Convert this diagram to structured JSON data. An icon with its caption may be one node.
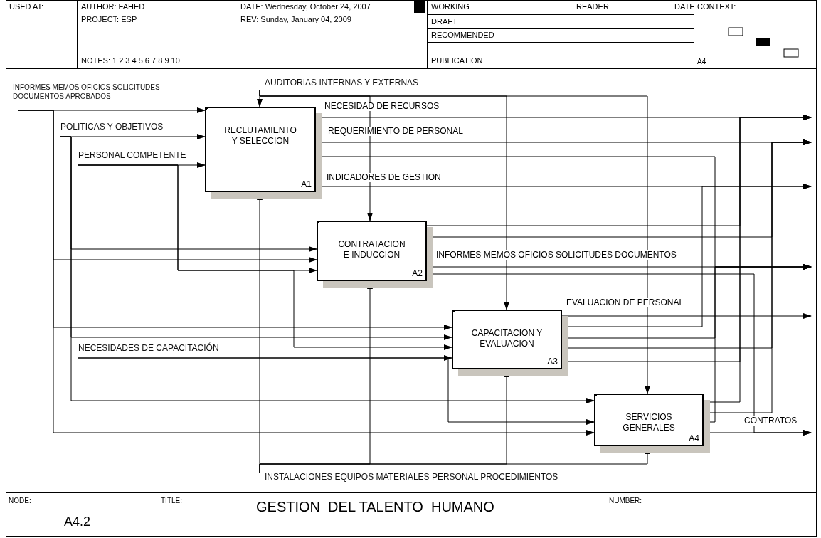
{
  "diagram": {
    "title": "GESTION  DEL TALENTO  HUMANO",
    "nodes": [
      {
        "text": [
          "INFORMES MEMOS OFICIOS SOLICITUDES DOCUMENTOS APROBADOS"
        ]
      },
      {
        "text": [
          "AUDITORIAS INTERNAS Y EXTERNAS"
        ]
      },
      {
        "text": [
          "POLITICAS Y OBJETIVOS"
        ]
      },
      {
        "text": [
          "RECLUTAMIENTO Y SELECCION",
          "A1"
        ]
      },
      {
        "text": [
          "PERSONAL COMPETENTE"
        ]
      },
      {
        "text": [
          "CONTRATACION E INDUCCION",
          "A2"
        ]
      },
      {
        "text": [
          "CAPACITACION Y EVALUACION",
          "A3"
        ]
      },
      {
        "text": [
          "NECESIDADES DE CAPACITACIÓN"
        ]
      },
      {
        "text": [
          "SERVICIOS GENERALES",
          "A4"
        ]
      },
      {
        "text": [
          "INSTALACIONES EQUIPOS MATERIALES PERSONAL PROCEDIMIENTOS"
        ]
      }
    ],
    "edges": [
      {
        "from": 0,
        "to": 3,
        "arrow": "to"
      },
      {
        "from": 0,
        "to": 5,
        "arrow": "to"
      },
      {
        "from": 0,
        "to": 6,
        "arrow": "to"
      },
      {
        "from": 0,
        "to": 8,
        "arrow": "to"
      },
      {
        "from": 2,
        "to": 3,
        "arrow": "to"
      },
      {
        "from": 2,
        "to": 5,
        "arrow": "to"
      },
      {
        "from": 2,
        "to": 6,
        "arrow": "to"
      },
      {
        "from": 2,
        "to": 8,
        "arrow": "to"
      },
      {
        "from": 4,
        "to": 3,
        "arrow": "to"
      },
      {
        "from": 4,
        "to": 5,
        "arrow": "to"
      },
      {
        "from": 4,
        "to": 6,
        "arrow": "to"
      },
      {
        "from": 7,
        "to": 6,
        "arrow": "to"
      },
      {
        "from": 7,
        "to": 8,
        "arrow": "to"
      },
      {
        "from": 1,
        "to": 3,
        "arrow": "to"
      },
      {
        "from": 1,
        "to": 5,
        "arrow": "to"
      },
      {
        "from": 1,
        "to": 6,
        "arrow": "to"
      },
      {
        "from": 1,
        "to": 8,
        "arrow": "to"
      },
      {
        "from": 9,
        "to": 3,
        "arrow": "to"
      },
      {
        "from": 9,
        "to": 5,
        "arrow": "to"
      },
      {
        "from": 9,
        "to": 6,
        "arrow": "to"
      },
      {
        "from": 9,
        "to": 8,
        "arrow": "to"
      },
      {
        "from": 3,
        "to": null,
        "arrow": "to",
        "label": "NECESIDAD DE RECURSOS"
      },
      {
        "from": 3,
        "to": null,
        "arrow": "to",
        "label": "REQUERIMIENTO DE PERSONAL"
      },
      {
        "from": 3,
        "to": null,
        "arrow": "to"
      },
      {
        "from": 3,
        "to": null,
        "arrow": "to",
        "label": "INDICADORES DE GESTION"
      },
      {
        "from": 5,
        "to": null,
        "arrow": "to"
      },
      {
        "from": 5,
        "to": null,
        "arrow": "to"
      },
      {
        "from": 5,
        "to": null,
        "arrow": "to",
        "label": "INFORMES MEMOS OFICIOS SOLICITUDES DOCUMENTOS"
      },
      {
        "from": 5,
        "to": null,
        "arrow": "to"
      },
      {
        "from": 6,
        "to": null,
        "arrow": "to",
        "label": "EVALUACION DE PERSONAL"
      },
      {
        "from": 6,
        "to": null,
        "arrow": "to"
      },
      {
        "from": 6,
        "to": null,
        "arrow": "to"
      },
      {
        "from": 6,
        "to": null,
        "arrow": "to"
      },
      {
        "from": 6,
        "to": null,
        "arrow": "to"
      },
      {
        "from": 8,
        "to": null,
        "arrow": "to"
      },
      {
        "from": 8,
        "to": null,
        "arrow": "to"
      },
      {
        "from": 8,
        "to": null,
        "arrow": "to"
      },
      {
        "from": 8,
        "to": null,
        "arrow": "to",
        "label": "CONTRATOS"
      }
    ],
    "labels": [
      "USED AT:",
      "AUTHOR: FAHED",
      "DATE: Wednesday, October 24, 2007",
      "WORKING",
      "READER",
      "DATE",
      "CONTEXT:",
      "PROJECT: ESP",
      "REV: Sunday, January 04, 2009",
      "DRAFT",
      "RECOMMENDED",
      "NOTES: 1 2 3 4 5 6 7 8 9 10",
      "PUBLICATION",
      "A4",
      "NODE:",
      "A4.2",
      "TITLE:",
      "NUMBER:"
    ]
  }
}
